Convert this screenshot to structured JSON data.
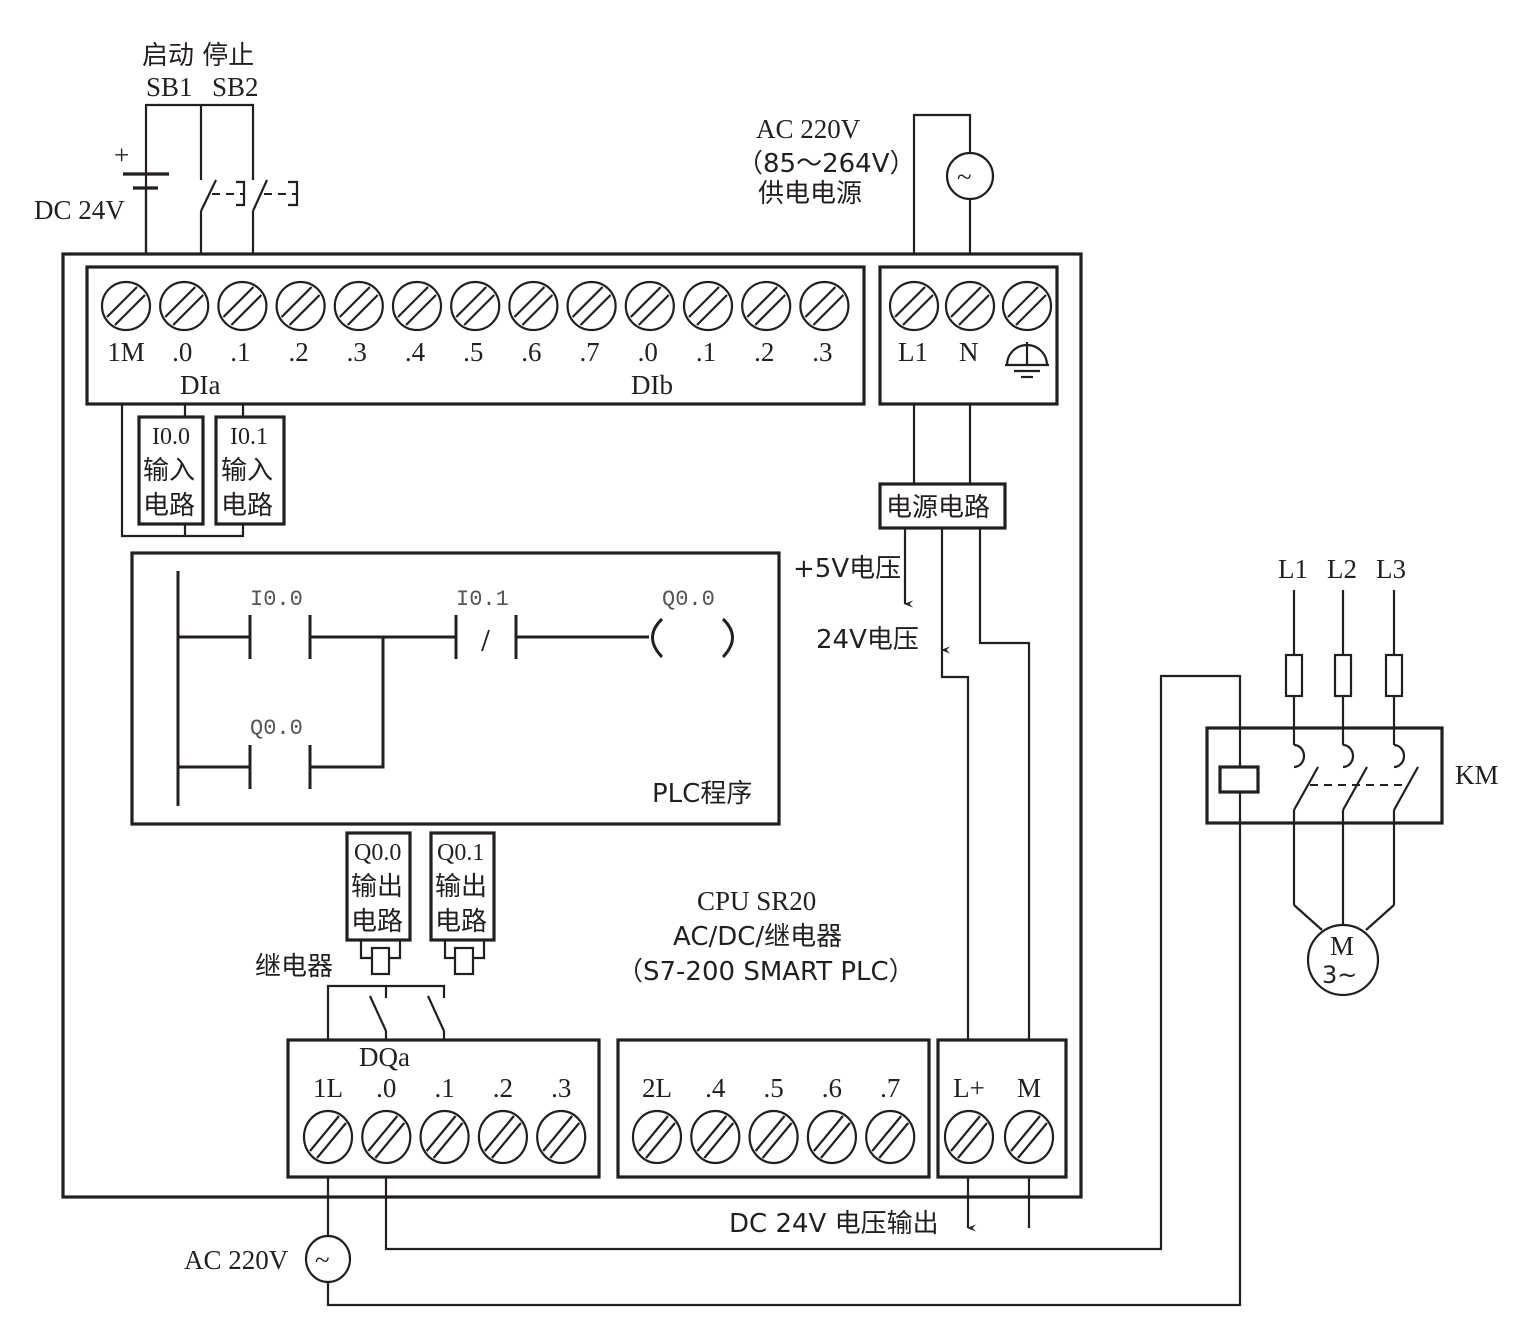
{
  "colors": {
    "ink": "#231f20",
    "background": "#ffffff"
  },
  "input_power": {
    "buttons_title": "启动 停止",
    "sb1": "SB1",
    "sb2": "SB2",
    "plus": "+",
    "dc_label": "DC 24V"
  },
  "supply": {
    "line1": "AC 220V",
    "line2": "（85～264V）",
    "line3": "供电电源",
    "source_symbol": "~"
  },
  "di_block": {
    "terminals": [
      "1M",
      ".0",
      ".1",
      ".2",
      ".3",
      ".4",
      ".5",
      ".6",
      ".7",
      ".0",
      ".1",
      ".2",
      ".3"
    ],
    "group_a": "DIa",
    "group_b": "DIb"
  },
  "power_block": {
    "terminals": [
      "L1",
      "N"
    ],
    "ground_icon": "protective-earth-icon"
  },
  "input_circuits": [
    {
      "addr": "I0.0",
      "l1": "输入",
      "l2": "电路"
    },
    {
      "addr": "I0.1",
      "l1": "输入",
      "l2": "电路"
    }
  ],
  "psu": {
    "label": "电源电路",
    "v5": "+5V电压",
    "v24": "24V电压"
  },
  "program": {
    "title": "PLC程序",
    "contact1": "I0.0",
    "contact2": "I0.1",
    "coil": "Q0.0",
    "seal_contact": "Q0.0",
    "nc_mark": "/"
  },
  "output_circuits": [
    {
      "addr": "Q0.0",
      "l1": "输出",
      "l2": "电路"
    },
    {
      "addr": "Q0.1",
      "l1": "输出",
      "l2": "电路"
    }
  ],
  "relay_label": "继电器",
  "cpu": {
    "line1": "CPU  SR20",
    "line2": "AC/DC/继电器",
    "line3": "（S7-200  SMART  PLC）"
  },
  "dq_block": {
    "group": "DQa",
    "terminals_a": [
      "1L",
      ".0",
      ".1",
      ".2",
      ".3"
    ],
    "terminals_b": [
      "2L",
      ".4",
      ".5",
      ".6",
      ".7"
    ],
    "terminals_c": [
      "L+",
      "M"
    ]
  },
  "dc_out_label": "DC 24V 电压输出",
  "load_supply": {
    "label": "AC 220V",
    "symbol": "~"
  },
  "motor": {
    "phases": [
      "L1",
      "L2",
      "L3"
    ],
    "contactor": "KM",
    "motor_m": "M",
    "motor_type": "3~"
  }
}
